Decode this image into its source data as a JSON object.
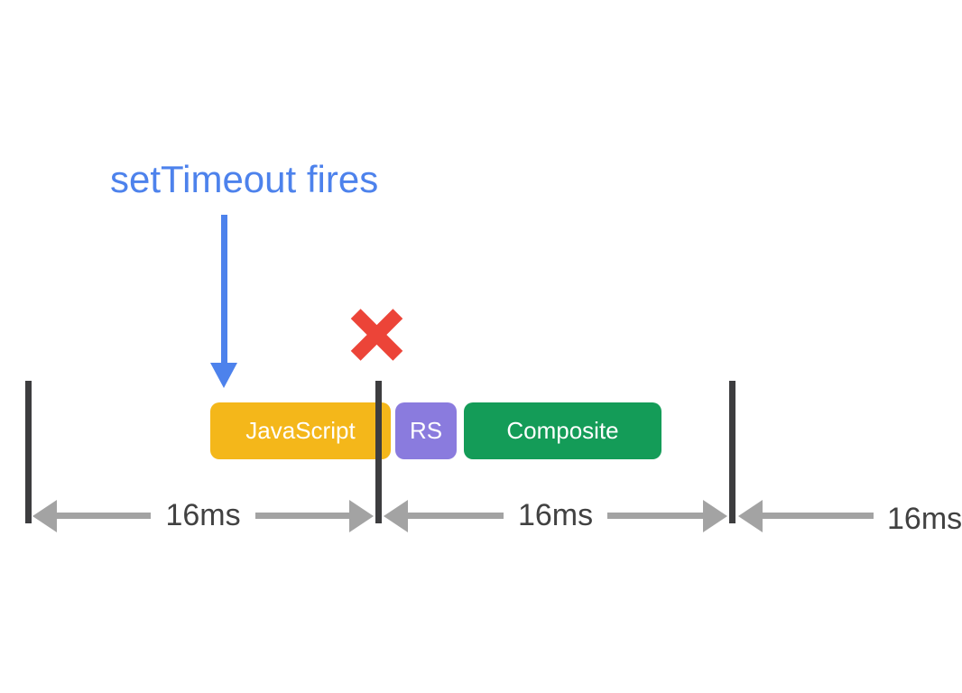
{
  "colors": {
    "background": "#FFFFFF",
    "blue": "#4D82EC",
    "red": "#EC4438",
    "yellow": "#F4B71A",
    "purple": "#8A7BDE",
    "green": "#149C58",
    "tick": "#3D3D3F",
    "gray": "#A3A3A3",
    "label": "#414141",
    "block_text": "#FFFFFF"
  },
  "annotation": {
    "label": "setTimeout fires"
  },
  "frame_blocks": [
    {
      "label": "JavaScript"
    },
    {
      "label": "RS"
    },
    {
      "label": "Composite"
    }
  ],
  "measures": [
    {
      "label": "16ms"
    },
    {
      "label": "16ms"
    },
    {
      "label": "16ms"
    }
  ]
}
